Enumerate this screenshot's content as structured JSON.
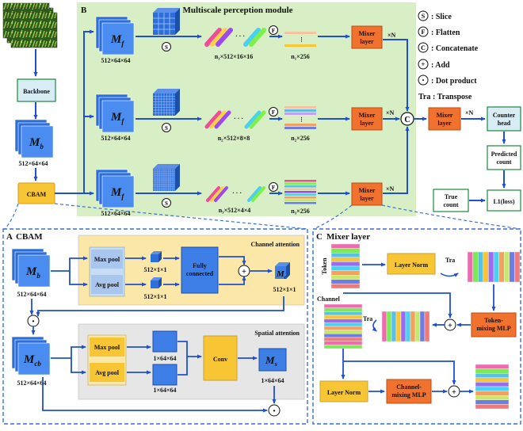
{
  "panels": {
    "b_letter": "B",
    "b_title": "Multiscale perception module",
    "a_letter": "A",
    "a_title": "CBAM",
    "c_letter": "C",
    "c_title": "Mixer layer"
  },
  "legend": {
    "slice": {
      "symbol": "S",
      "text": ": Slice"
    },
    "flatten": {
      "symbol": "F",
      "text": ": Flatten"
    },
    "concatenate": {
      "symbol": "C",
      "text": ": Concatenate"
    },
    "add": {
      "symbol": "+",
      "text": ": Add"
    },
    "dot": {
      "symbol": "·",
      "text": ": Dot product"
    },
    "transpose": {
      "symbol": "Tra",
      "text": " : Transpose"
    }
  },
  "left": {
    "backbone": "Backbone",
    "mb_main": "M",
    "mb_sub": "b",
    "mb_dim": "512×64×64",
    "cbam": "CBAM"
  },
  "multiscale": {
    "mf_main": "M",
    "mf_sub": "f",
    "mf_dim": "512×64×64",
    "slice_symbol": "S",
    "flatten_symbol": "F",
    "ellipsis": "· · ·",
    "concat_symbol": "C",
    "rows": [
      {
        "slice_shape": "n₁×512×16×16",
        "flat_shape": "n₁×256",
        "mixer_line1": "Mixer",
        "mixer_line2": "layer",
        "repeat": "×N"
      },
      {
        "slice_shape": "n₂×512×8×8",
        "flat_shape": "n₂×256",
        "mixer_line1": "Mixer",
        "mixer_line2": "layer",
        "repeat": "×N"
      },
      {
        "slice_shape": "n₃×512×4×4",
        "flat_shape": "n₃×256",
        "mixer_line1": "Mixer",
        "mixer_line2": "layer",
        "repeat": "×N"
      }
    ]
  },
  "head": {
    "mixer_line1": "Mixer",
    "mixer_line2": "layer",
    "repeat": "×N",
    "counter_line1": "Counter",
    "counter_line2": "head",
    "predicted_line1": "Predicted",
    "predicted_line2": "count",
    "true_line1": "True",
    "true_line2": "count",
    "loss": "L1(loss)"
  },
  "cbam": {
    "channel_attention": "Channel attention",
    "spatial_attention": "Spatial attention",
    "mb_main": "M",
    "mb_sub": "b",
    "mb_dim": "512×64×64",
    "max_pool": "Max pool",
    "avg_pool": "Avg pool",
    "pooled_dim_1": "512×1×1",
    "pooled_dim_2": "512×1×1",
    "fc_line1": "Fully",
    "fc_line2": "connected",
    "add_symbol": "+",
    "mc_main": "M",
    "mc_sub": "c",
    "mc_dim": "512×1×1",
    "dot_symbol": "·",
    "mcb_main": "M",
    "mcb_sub": "cb",
    "mcb_dim": "512×64×64",
    "sp_dim_1": "1×64×64",
    "sp_dim_2": "1×64×64",
    "conv": "Conv",
    "ms_main": "M",
    "ms_sub": "s",
    "ms_dim": "1×64×64"
  },
  "mixer": {
    "token": "Token",
    "channel": "Channel",
    "layer_norm_1": "Layer Norm",
    "tra_1": "Tra",
    "tra_2": "Tra",
    "token_mlp_line1": "Token-",
    "token_mlp_line2": "mixing MLP",
    "layer_norm_2": "Layer Norm",
    "channel_mlp_line1": "Channel-",
    "channel_mlp_line2": "mixing MLP",
    "add_symbol": "+"
  },
  "colors": {
    "green_panel": "#d8efc6",
    "orange": "#f0722e",
    "blue_cube": "#3d7fe6",
    "yellow": "#f8c534",
    "arrow": "#1f4fd6",
    "dashed": "#3a6fd6"
  }
}
